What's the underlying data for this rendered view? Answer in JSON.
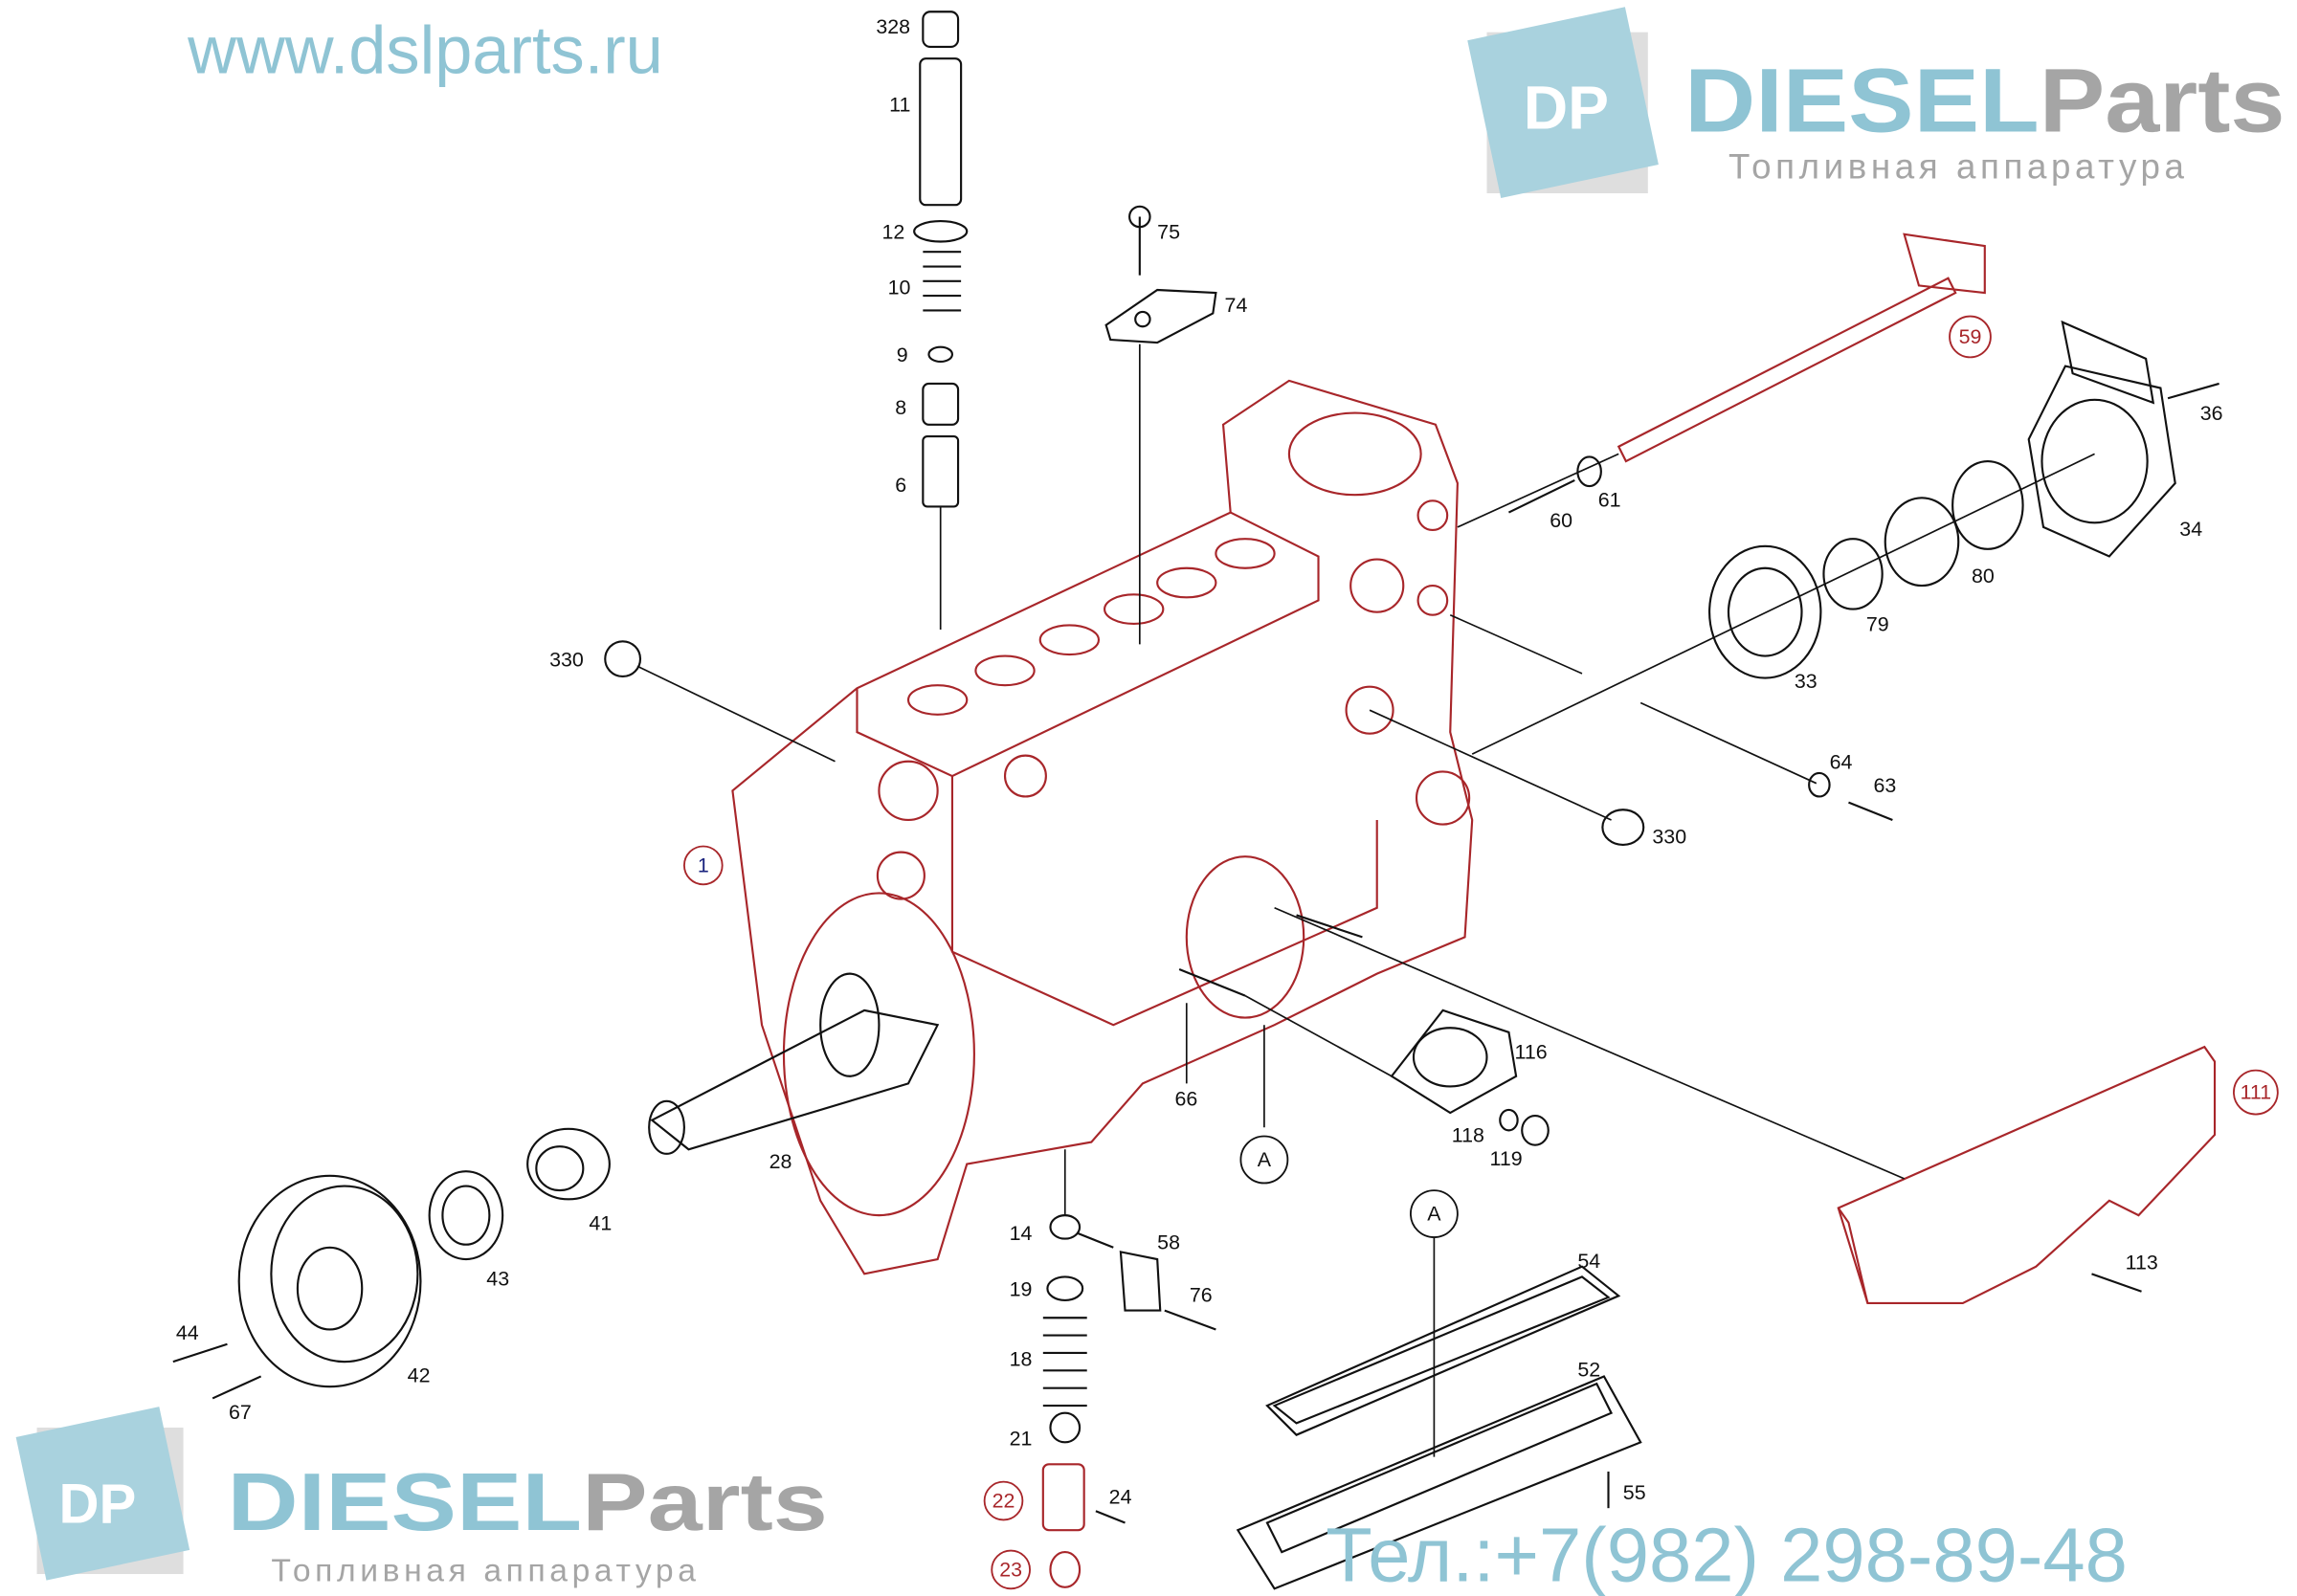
{
  "watermarks": {
    "site_url": "www.dslparts.ru",
    "logo_mark": "DP",
    "brand_diesel": "DIESEL",
    "brand_parts": "Parts",
    "tagline": "Топливная аппаратура",
    "phone": "Тел.:+7(982) 298-89-48"
  },
  "colors": {
    "housing": "#a8262a",
    "watermark_blue": "#8fc4d4",
    "watermark_grey": "#a5a5a5",
    "callout_blue": "#1a237e"
  },
  "callouts": {
    "p328": "328",
    "p11": "11",
    "p12": "12",
    "p10": "10",
    "p9": "9",
    "p8": "8",
    "p6": "6",
    "p75": "75",
    "p74": "74",
    "p330a": "330",
    "p1": "1",
    "p59": "59",
    "p36": "36",
    "p34": "34",
    "p60": "60",
    "p61": "61",
    "p80": "80",
    "p79": "79",
    "p33": "33",
    "p64": "64",
    "p63": "63",
    "p330b": "330",
    "p116": "116",
    "p118": "118",
    "p119": "119",
    "p111": "111",
    "p113": "113",
    "p66": "66",
    "pA1": "A",
    "pA2": "A",
    "p54": "54",
    "p52": "52",
    "p55": "55",
    "p28": "28",
    "p41": "41",
    "p43": "43",
    "p42": "42",
    "p44": "44",
    "p67": "67",
    "p14": "14",
    "p58": "58",
    "p76": "76",
    "p19": "19",
    "p18": "18",
    "p21": "21",
    "p22": "22",
    "p24": "24",
    "p23": "23"
  }
}
